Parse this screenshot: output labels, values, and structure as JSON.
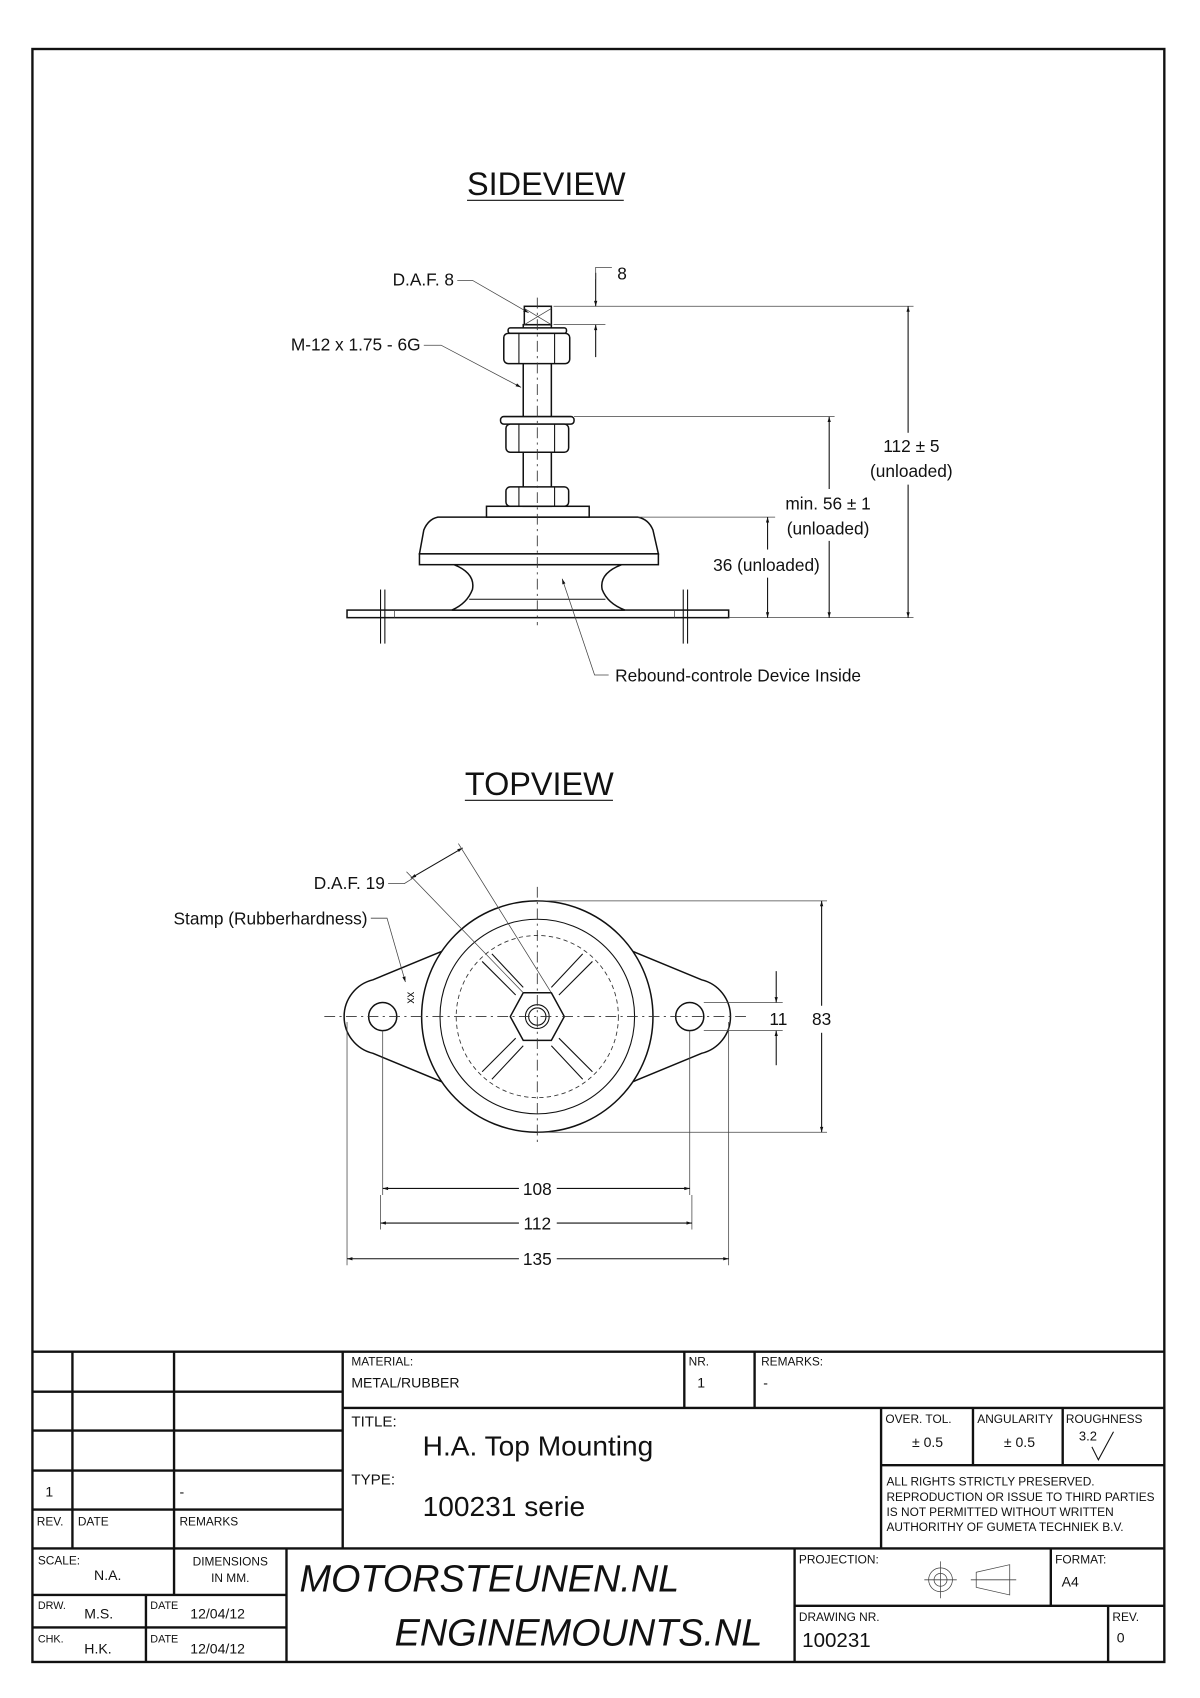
{
  "sideview": {
    "title": "SIDEVIEW",
    "daf": "D.A.F. 8",
    "thread": "M-12 x 1.75 - 6G",
    "dim_8": "8",
    "height_total": "112 ± 5",
    "height_total_note": "(unloaded)",
    "height_min": "min. 56 ± 1",
    "height_min_note": "(unloaded)",
    "height_rubber": "36 (unloaded)",
    "rebound": "Rebound-controle Device Inside"
  },
  "topview": {
    "title": "TOPVIEW",
    "daf": "D.A.F. 19",
    "stamp": "Stamp (Rubberhardness)",
    "stamp_mark": "xx",
    "dim_hole": "11",
    "dim_diameter": "83",
    "dim_108": "108",
    "dim_112": "112",
    "dim_135": "135"
  },
  "titleblock": {
    "material_label": "MATERIAL:",
    "material": "METAL/RUBBER",
    "nr_label": "NR.",
    "nr": "1",
    "remarks_label": "REMARKS:",
    "remarks": "-",
    "rev_row": {
      "rev": "1",
      "date": "",
      "remarks": "-"
    },
    "rev_label": "REV.",
    "date_label": "DATE",
    "remarks_col_label": "REMARKS",
    "title_label": "TITLE:",
    "title": "H.A. Top Mounting",
    "type_label": "TYPE:",
    "type": "100231 serie",
    "over_tol_label": "OVER. TOL.",
    "over_tol": "± 0.5",
    "angularity_label": "ANGULARITY",
    "angularity": "± 0.5",
    "roughness_label": "ROUGHNESS",
    "roughness": "3.2",
    "rights": [
      "ALL RIGHTS STRICTLY PRESERVED.",
      "REPRODUCTION OR ISSUE TO THIRD PARTIES",
      "IS NOT PERMITTED WITHOUT WRITTEN",
      "AUTHORITHY OF GUMETA TECHNIEK B.V."
    ],
    "scale_label": "SCALE:",
    "scale": "N.A.",
    "dimensions_line1": "DIMENSIONS",
    "dimensions_line2": "IN MM.",
    "drw_label": "DRW.",
    "drw": "M.S.",
    "drw_date_label": "DATE",
    "drw_date": "12/04/12",
    "chk_label": "CHK.",
    "chk": "H.K.",
    "chk_date_label": "DATE",
    "chk_date": "12/04/12",
    "brand1": "MOTORSTEUNEN.NL",
    "brand2": "ENGINEMOUNTS.NL",
    "projection_label": "PROJECTION:",
    "format_label": "FORMAT:",
    "format": "A4",
    "drawing_nr_label": "DRAWING NR.",
    "drawing_nr": "100231",
    "rev_label2": "REV.",
    "rev": "0"
  }
}
